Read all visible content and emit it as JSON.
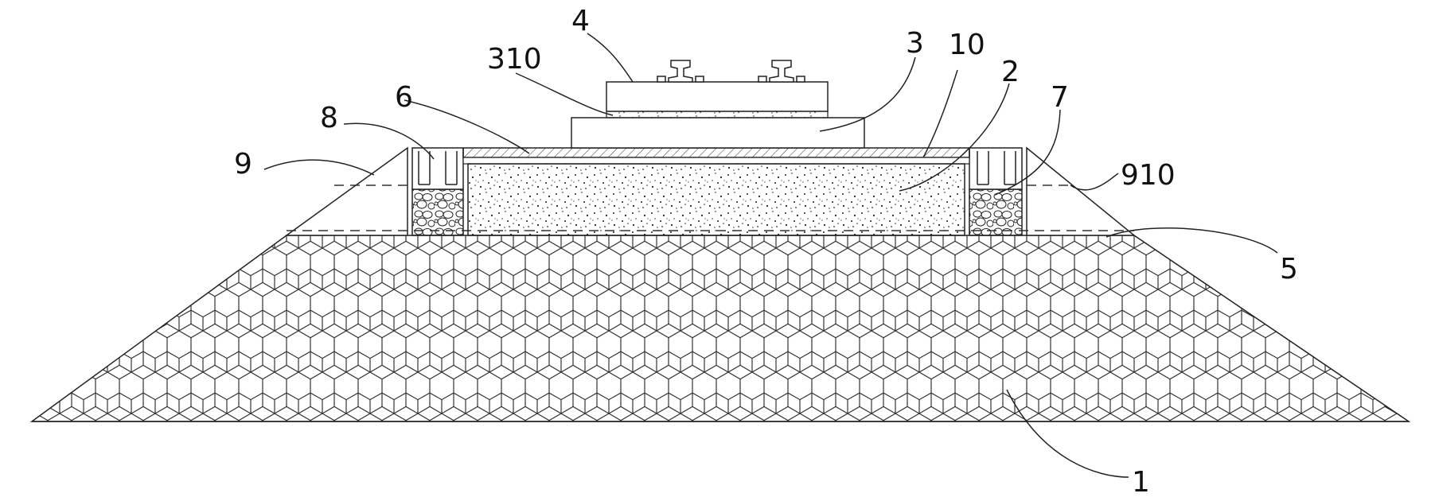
{
  "figure": {
    "labels": {
      "l1": "1",
      "l2": "2",
      "l3": "3",
      "l4": "4",
      "l5": "5",
      "l6": "6",
      "l7": "7",
      "l8": "8",
      "l9": "9",
      "l10": "10",
      "l310": "310",
      "l910": "910"
    }
  }
}
